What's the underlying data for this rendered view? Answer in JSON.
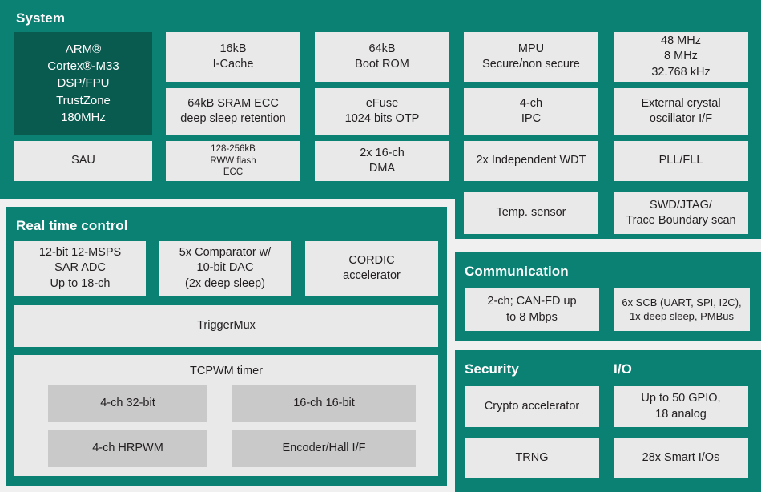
{
  "diagram": {
    "colors": {
      "panel_teal": "#0b8174",
      "cpu_dark_green": "#0a5b4f",
      "block_gray": "#e9e9e9",
      "subblock_gray": "#c9c9c9",
      "page_background": "#f0f0f0",
      "text_dark": "#231f20",
      "text_light": "#ffffff"
    },
    "panels": {
      "system": {
        "title": "System",
        "blocks": {
          "cpu": "ARM®\nCortex®-M33\nDSP/FPU\nTrustZone\n180MHz",
          "icache": "16kB\nI-Cache",
          "sram": "64kB SRAM ECC\ndeep sleep retention",
          "sau": "SAU",
          "flash": "128-256kB\nRWW flash\nECC",
          "bootrom": "64kB\nBoot ROM",
          "efuse": "eFuse\n1024 bits OTP",
          "dma": "2x 16-ch\nDMA",
          "mpu": "MPU\nSecure/non secure",
          "ipc": "4-ch\nIPC",
          "wdt": "2x Independent WDT",
          "temp_sensor": "Temp. sensor",
          "clocks": "48 MHz\n8 MHz\n32.768 kHz",
          "xtal": "External crystal\noscillator I/F",
          "pll": "PLL/FLL",
          "debug": "SWD/JTAG/\nTrace Boundary scan"
        }
      },
      "real_time_control": {
        "title": "Real time control",
        "blocks": {
          "adc": "12-bit 12-MSPS\nSAR ADC\nUp to 18-ch",
          "comparator": "5x Comparator w/\n10-bit DAC\n(2x deep sleep)",
          "cordic": "CORDIC\naccelerator",
          "triggermux": "TriggerMux"
        },
        "tcpwm": {
          "label": "TCPWM timer",
          "subblocks": [
            "4-ch 32-bit",
            "16-ch 16-bit",
            "4-ch HRPWM",
            "Encoder/Hall I/F"
          ]
        }
      },
      "communication": {
        "title": "Communication",
        "blocks": {
          "can": "2-ch; CAN-FD up\nto 8 Mbps",
          "scb": "6x SCB (UART, SPI, I2C),\n1x deep sleep, PMBus"
        }
      },
      "security": {
        "title": "Security",
        "blocks": {
          "crypto": "Crypto accelerator",
          "trng": "TRNG"
        }
      },
      "io": {
        "title": "I/O",
        "blocks": {
          "gpio": "Up to 50 GPIO,\n18 analog",
          "smart_io": "28x Smart I/Os"
        }
      }
    }
  }
}
